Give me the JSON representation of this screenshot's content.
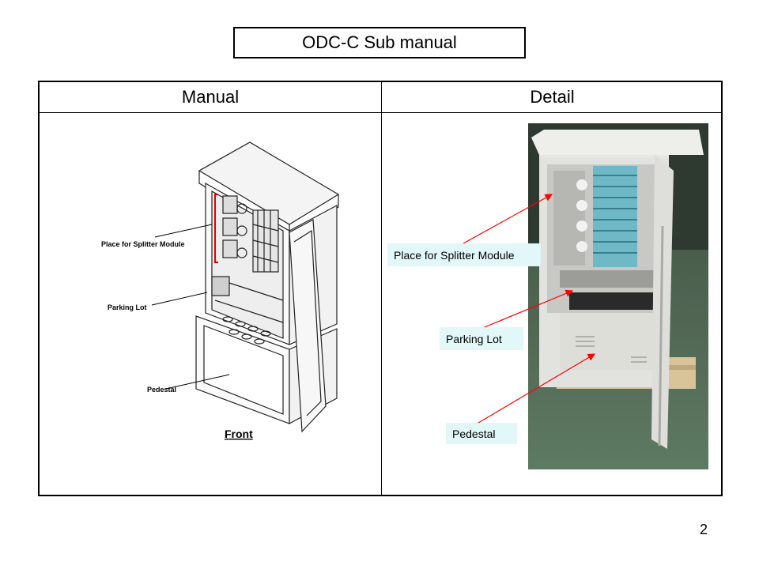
{
  "title": "ODC-C Sub manual",
  "table": {
    "headers": [
      "Manual",
      "Detail"
    ]
  },
  "manual": {
    "labels": {
      "splitter": "Place for Splitter Module",
      "parking": "Parking Lot",
      "pedestal": "Pedestal",
      "front": "Front"
    }
  },
  "detail": {
    "callouts": {
      "splitter": "Place for Splitter Module",
      "parking": "Parking Lot",
      "pedestal": "Pedestal"
    }
  },
  "page_number": "2",
  "colors": {
    "callout_bg": "#e1f7f8",
    "arrow": "#ff0000",
    "highlight": "#e00000"
  }
}
